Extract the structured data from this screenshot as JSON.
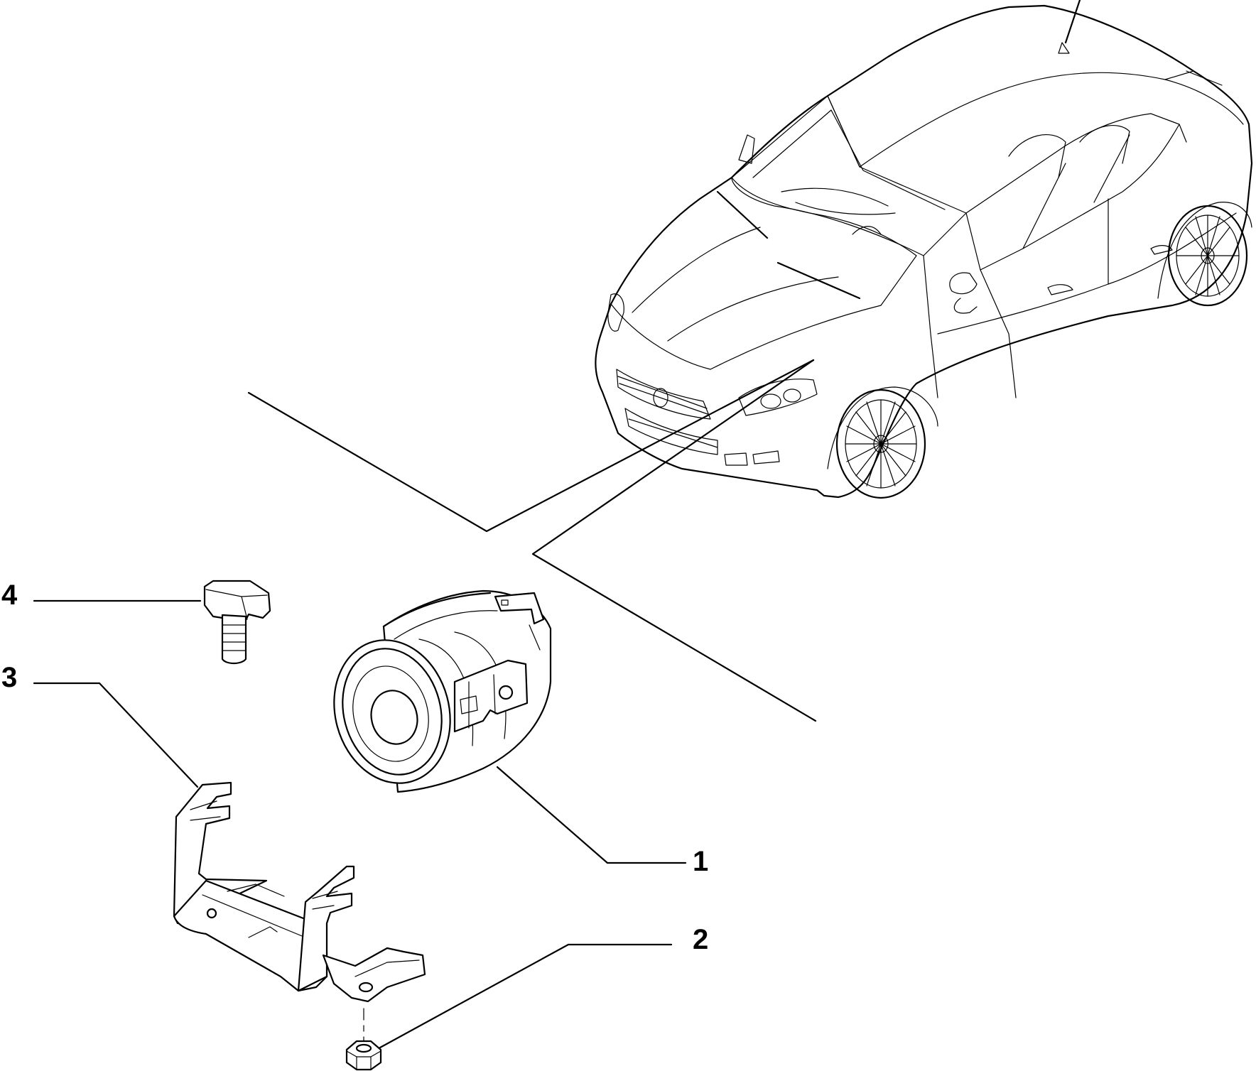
{
  "callouts": {
    "c1": "1",
    "c2": "2",
    "c3": "3",
    "c4": "4"
  },
  "parts": [
    {
      "ref": "1",
      "icon": "horn-siren-unit-icon"
    },
    {
      "ref": "2",
      "icon": "hex-nut-icon"
    },
    {
      "ref": "3",
      "icon": "mounting-bracket-icon"
    },
    {
      "ref": "4",
      "icon": "bolt-icon"
    }
  ],
  "vehicle": {
    "icon": "hatchback-car-icon"
  }
}
